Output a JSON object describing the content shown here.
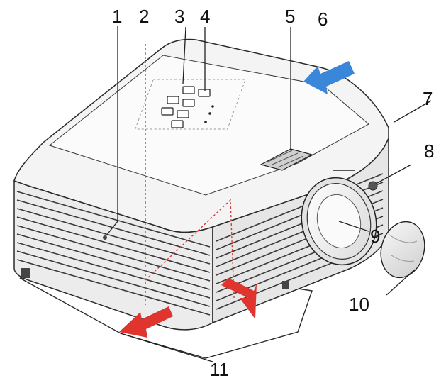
{
  "callouts": [
    {
      "label": "1"
    },
    {
      "label": "2"
    },
    {
      "label": "3"
    },
    {
      "label": "4"
    },
    {
      "label": "5"
    },
    {
      "label": "6"
    },
    {
      "label": "7"
    },
    {
      "label": "8"
    },
    {
      "label": "9"
    },
    {
      "label": "10"
    },
    {
      "label": "11"
    }
  ],
  "colors": {
    "airflow_in": "#3a86d8",
    "airflow_out": "#e0342f",
    "outline": "#2a2a2a",
    "body_shade": "#f4f4f4"
  }
}
